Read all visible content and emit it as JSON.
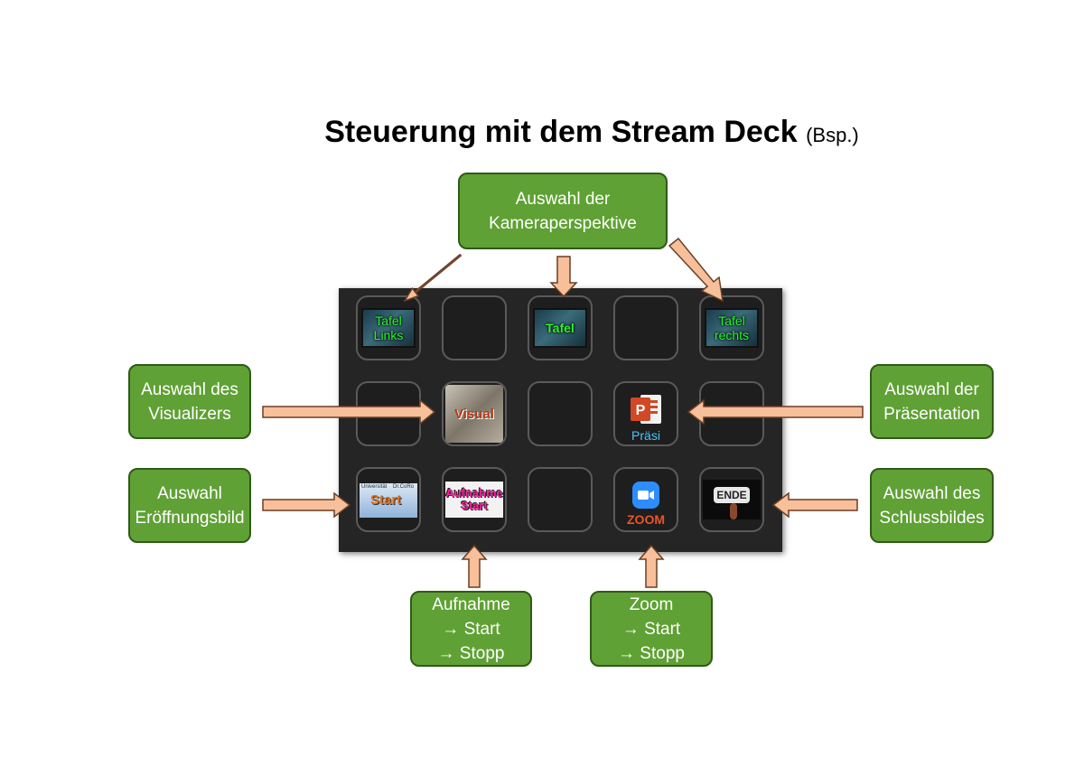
{
  "title": {
    "main": "Steuerung mit dem Stream Deck",
    "sub": "(Bsp.)"
  },
  "colors": {
    "box_fill": "#5fa134",
    "box_border": "#2f5a18",
    "arrow_fill": "#f7c09a",
    "arrow_border": "#6a3f25",
    "deck_bg": "#252525"
  },
  "keys": {
    "tafel_links": {
      "line1": "Tafel",
      "line2": "Links"
    },
    "tafel": {
      "label": "Tafel"
    },
    "tafel_rechts": {
      "line1": "Tafel",
      "line2": "rechts"
    },
    "visual": {
      "label": "Visual"
    },
    "praesi": {
      "label": "Präsi",
      "icon": "powerpoint-icon"
    },
    "start": {
      "label": "Start",
      "small_left": "Universität",
      "small_right": "Dr.CoRo"
    },
    "aufnahme": {
      "line1": "Aufnahme",
      "line2": "Start"
    },
    "zoom": {
      "label": "ZOOM",
      "icon": "zoom-camera-icon"
    },
    "ende": {
      "label": "ENDE"
    }
  },
  "callouts": {
    "kamera": {
      "line1": "Auswahl der",
      "line2": "Kameraperspektive"
    },
    "visualizer": {
      "line1": "Auswahl des",
      "line2": "Visualizers"
    },
    "praesentation": {
      "line1": "Auswahl der",
      "line2": "Präsentation"
    },
    "eroeffnung": {
      "line1": "Auswahl",
      "line2": "Eröffnungsbild"
    },
    "schluss": {
      "line1": "Auswahl des",
      "line2": "Schlussbildes"
    },
    "aufnahme": {
      "line1": "Aufnahme",
      "line2": "→ Start",
      "line3": "→ Stopp"
    },
    "zoom": {
      "line1": "Zoom",
      "line2": "→ Start",
      "line3": "→ Stopp"
    }
  }
}
